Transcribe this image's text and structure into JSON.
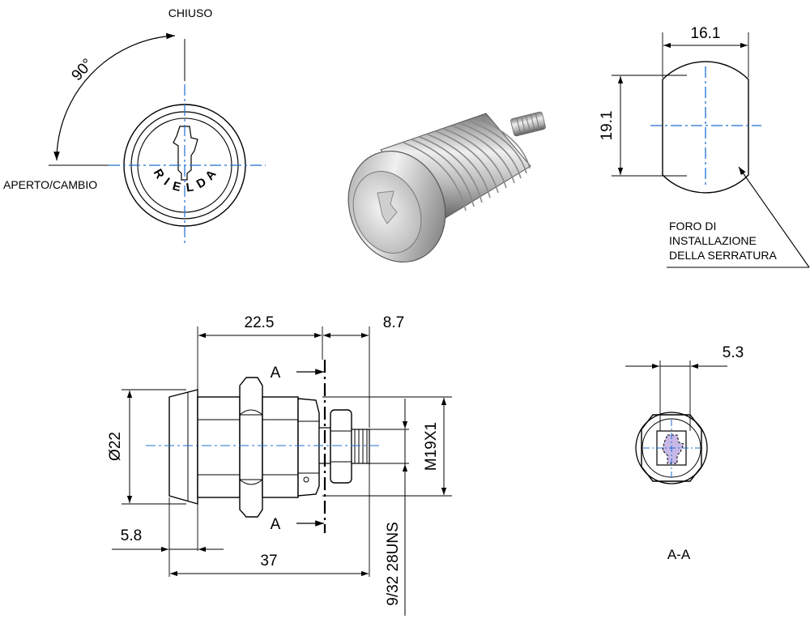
{
  "front_view": {
    "closed_label": "CHIUSO",
    "open_label": "APERTO/CAMBIO",
    "rotation_angle": "90°",
    "brand_letters": [
      "R",
      "I",
      "E",
      "L",
      "D",
      "A"
    ]
  },
  "photo": {
    "description_icon": "cam-lock-photo"
  },
  "cutout_view": {
    "width_dim": "16.1",
    "height_dim": "19.1",
    "note_lines": [
      "FORO DI",
      "INSTALLAZIONE",
      "DELLA SERRATURA"
    ]
  },
  "side_view": {
    "body_length_dim": "22.5",
    "tail_length_dim": "8.7",
    "diameter_dim": "Ø22",
    "head_thickness_dim": "5.8",
    "overall_length_dim": "37",
    "thread_dim": "M19X1",
    "screw_thread_dim": "9/32 28UNS",
    "section_mark_top": "A",
    "section_mark_bottom": "A"
  },
  "section_view": {
    "width_dim": "5.3",
    "title": "A-A"
  },
  "colors": {
    "centerline": "#1f6fd1",
    "line": "#000000",
    "metal_dark": "#6e6e6e",
    "metal_light": "#e2e2e2"
  }
}
